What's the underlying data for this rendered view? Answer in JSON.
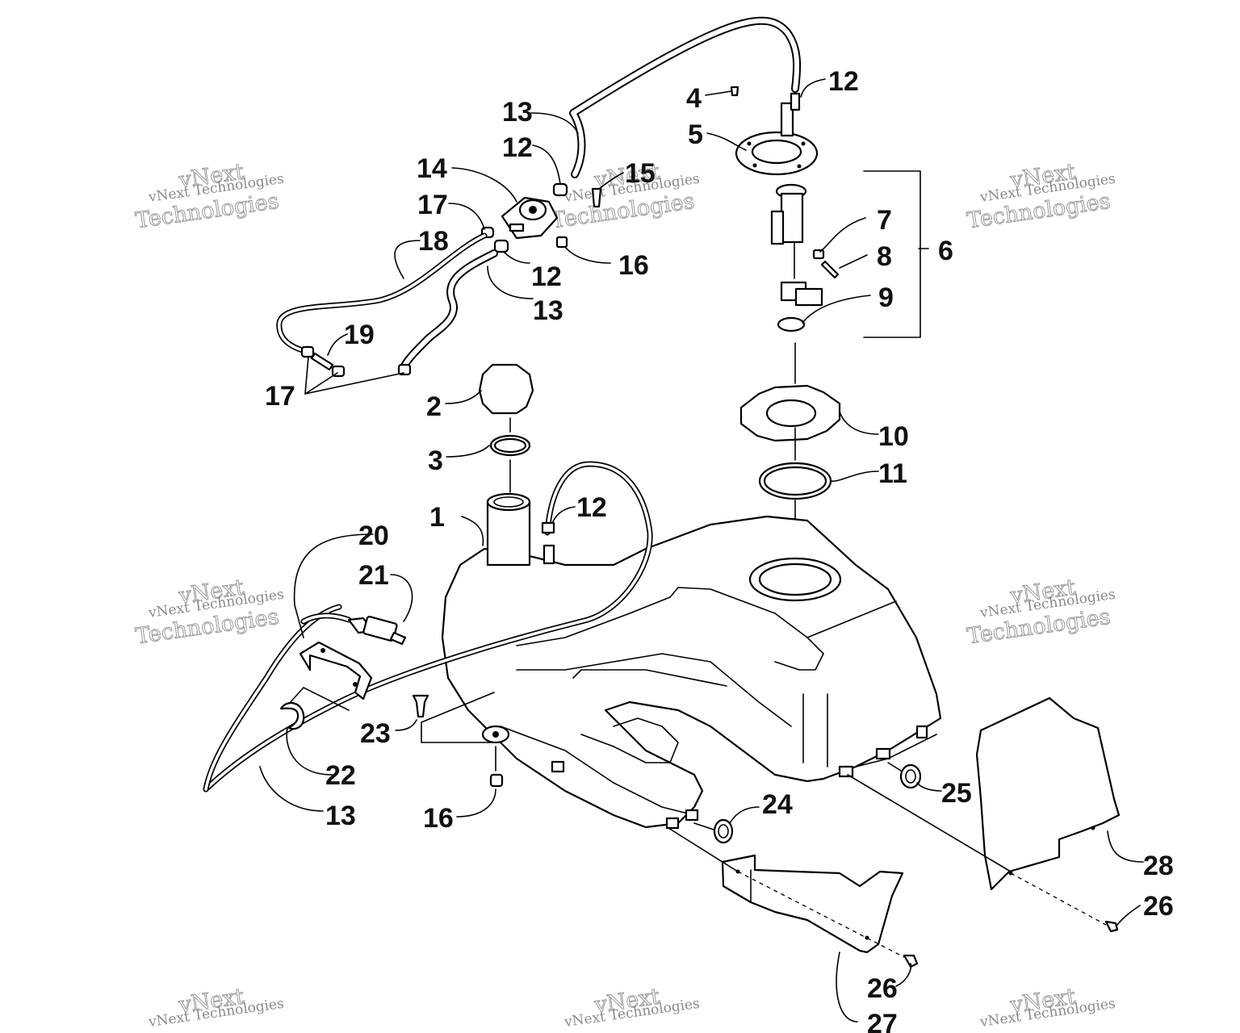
{
  "callouts": [
    {
      "id": "c1",
      "label": "1"
    },
    {
      "id": "c2",
      "label": "2"
    },
    {
      "id": "c3",
      "label": "3"
    },
    {
      "id": "c4",
      "label": "4"
    },
    {
      "id": "c5",
      "label": "5"
    },
    {
      "id": "c6",
      "label": "6"
    },
    {
      "id": "c7",
      "label": "7"
    },
    {
      "id": "c8",
      "label": "8"
    },
    {
      "id": "c9",
      "label": "9"
    },
    {
      "id": "c10",
      "label": "10"
    },
    {
      "id": "c11",
      "label": "11"
    },
    {
      "id": "c12a",
      "label": "12"
    },
    {
      "id": "c12b",
      "label": "12"
    },
    {
      "id": "c12c",
      "label": "12"
    },
    {
      "id": "c12d",
      "label": "12"
    },
    {
      "id": "c13a",
      "label": "13"
    },
    {
      "id": "c13b",
      "label": "13"
    },
    {
      "id": "c13c",
      "label": "13"
    },
    {
      "id": "c14",
      "label": "14"
    },
    {
      "id": "c15",
      "label": "15"
    },
    {
      "id": "c16a",
      "label": "16"
    },
    {
      "id": "c16b",
      "label": "16"
    },
    {
      "id": "c17a",
      "label": "17"
    },
    {
      "id": "c17b",
      "label": "17"
    },
    {
      "id": "c18",
      "label": "18"
    },
    {
      "id": "c19",
      "label": "19"
    },
    {
      "id": "c20",
      "label": "20"
    },
    {
      "id": "c21",
      "label": "21"
    },
    {
      "id": "c22",
      "label": "22"
    },
    {
      "id": "c23",
      "label": "23"
    },
    {
      "id": "c24",
      "label": "24"
    },
    {
      "id": "c25",
      "label": "25"
    },
    {
      "id": "c26a",
      "label": "26"
    },
    {
      "id": "c26b",
      "label": "26"
    },
    {
      "id": "c27",
      "label": "27"
    },
    {
      "id": "c28",
      "label": "28"
    }
  ],
  "watermark": {
    "line1": "vNext Technologies",
    "line2": "vNext",
    "line3": "Technologies"
  }
}
